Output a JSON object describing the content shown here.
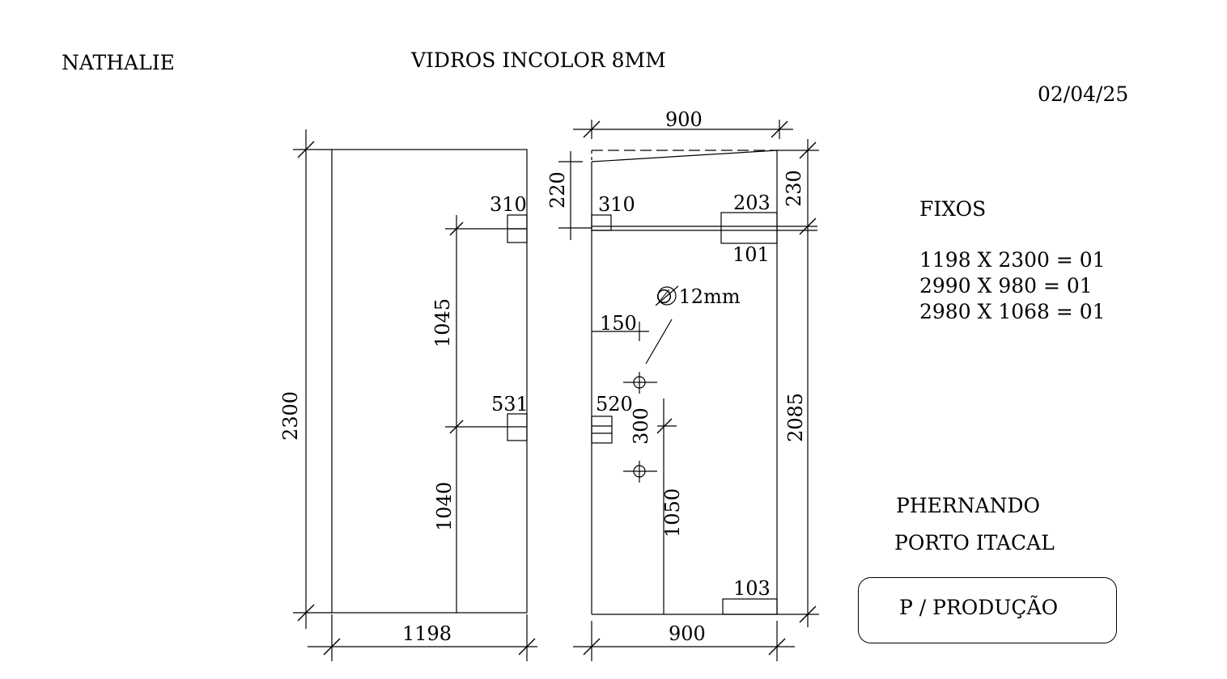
{
  "header": {
    "client": "NATHALIE",
    "title": "VIDROS INCOLOR  8MM",
    "date": "02/04/25"
  },
  "fixos": {
    "heading": "FIXOS",
    "items": [
      "1198 X 2300 = 01",
      "2990 X 980 = 01",
      "2980 X 1068 = 01"
    ]
  },
  "footer": {
    "designer": "PHERNANDO",
    "location": "PORTO ITACAL",
    "stamp": "P / PRODUÇÃO"
  },
  "panel_left": {
    "width": "1198",
    "height": "2300",
    "hinge_top": "310",
    "hinge_mid": "531",
    "dim_upper": "1045",
    "dim_lower": "1040"
  },
  "panel_right": {
    "width_top": "900",
    "width_bottom": "900",
    "height_main": "2085",
    "height_top_right": "230",
    "height_top_left": "220",
    "cut_top_left": "310",
    "cut_top_right": "203",
    "cut_top_right_below": "101",
    "hole": "∅ 12mm",
    "hole_offset": "150",
    "hinge_mid": "520",
    "hole_spacing": "300",
    "dim_lower": "1050",
    "cut_bottom": "103"
  }
}
